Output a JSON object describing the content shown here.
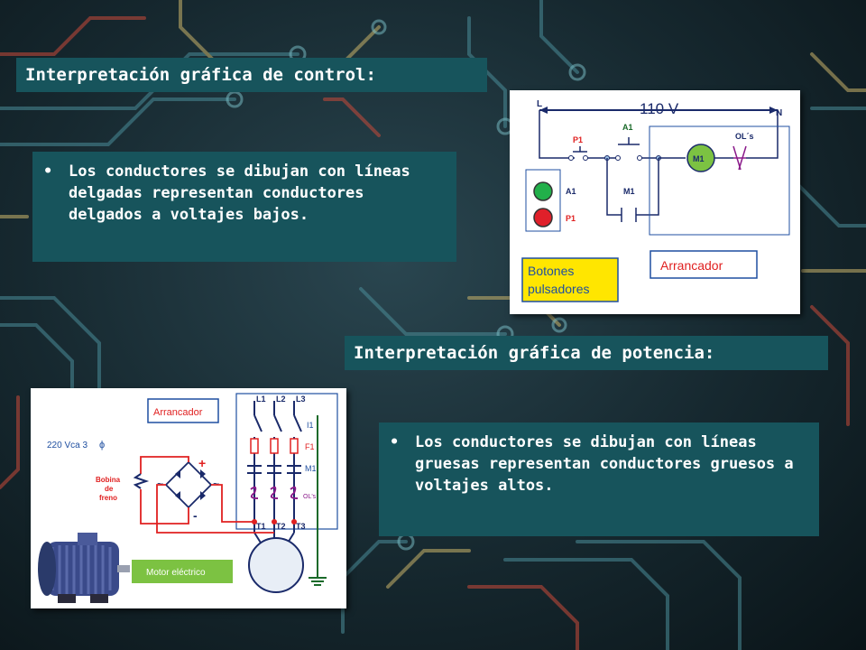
{
  "slide": {
    "control": {
      "heading": "Interpretación gráfica de control:",
      "bullet": "Los conductores se dibujan con líneas delgadas representan conductores delgados a voltajes bajos."
    },
    "potencia": {
      "heading": "Interpretación gráfica de potencia:",
      "bullet": "Los conductores se dibujan con líneas gruesas representan conductores gruesos a voltajes altos."
    }
  },
  "control_diagram": {
    "line_l": "L",
    "voltage": "110 V",
    "line_n": "N",
    "p1": "P1",
    "a1": "A1",
    "m1_contact": "M1",
    "m1_coil": "M1",
    "ols": "OL´s",
    "pilot_green": "A1",
    "pilot_red": "P1",
    "botones_line1": "Botones",
    "botones_line2": "pulsadores",
    "arrancador": "Arrancador"
  },
  "power_diagram": {
    "arrancador": "Arrancador",
    "voltage": "220 Vca 3",
    "phase_symbol": "ϕ",
    "bobina_l1": "Bobina",
    "bobina_l2": "de",
    "bobina_l3": "freno",
    "l1": "L1",
    "l2": "L2",
    "l3": "L3",
    "i1": "I1",
    "f1": "F1",
    "m1": "M1",
    "ols": "OL's",
    "t1": "T1",
    "t2": "T2",
    "t3": "T3",
    "motor_label": "Motor eléctrico",
    "plus": "+",
    "minus": "-",
    "tilde": "~"
  },
  "colors": {
    "panel": "#17545c",
    "wire": "#1a2a6a",
    "coil_green": "#7cc242",
    "label_red": "#e02020",
    "pilot_green": "#22b04a",
    "pilot_red": "#e0202a",
    "yellow_box": "#ffe600",
    "label_blue": "#1f4fa0"
  }
}
